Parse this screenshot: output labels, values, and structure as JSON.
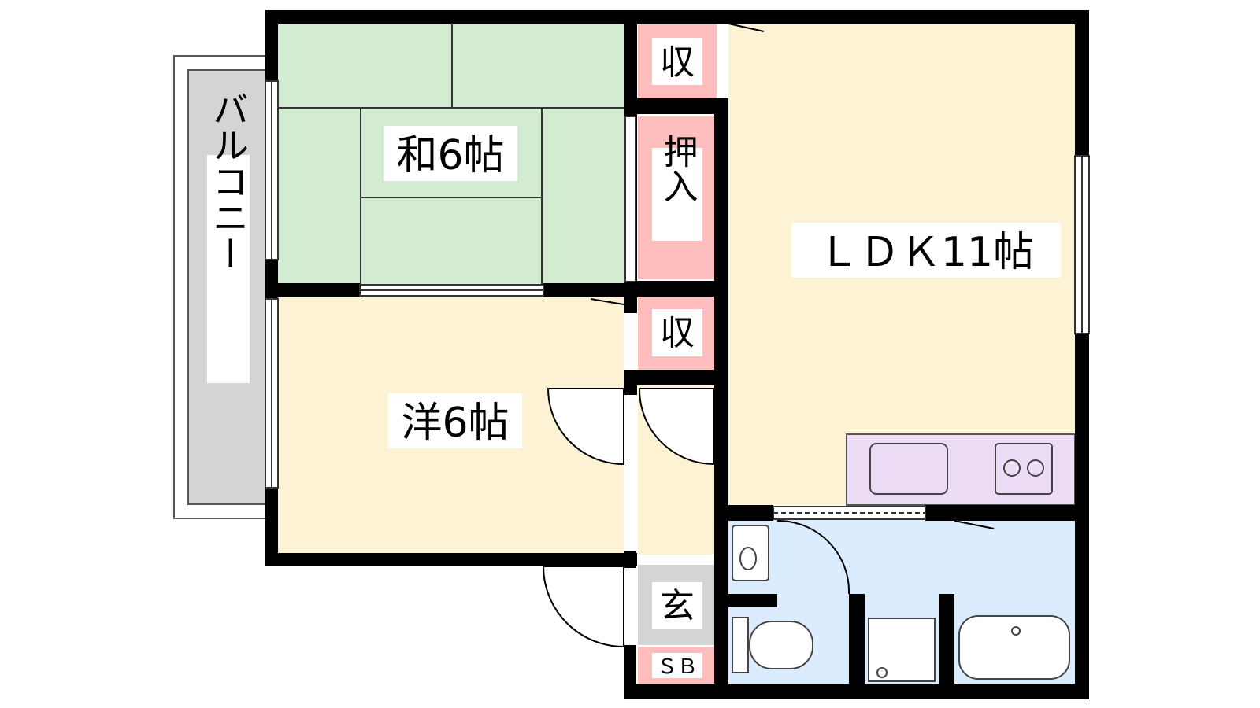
{
  "rooms": {
    "washitsu": {
      "label": "和6帖",
      "color": "#d3ecd1"
    },
    "yoshitsu": {
      "label": "洋6帖",
      "color": "#fdf2d3"
    },
    "ldk": {
      "label": "ＬＤＫ11帖",
      "color": "#fdf2d3"
    },
    "storage_top": {
      "label": "収",
      "color": "#ffbebe"
    },
    "oshiire": {
      "label": "押入",
      "color": "#ffbebe"
    },
    "storage_mid": {
      "label": "収",
      "color": "#ffbebe"
    },
    "entrance": {
      "label": "玄",
      "color": "#d4d4d4"
    },
    "shoe_box": {
      "label": "ＳＢ",
      "color": "#ffbebe"
    },
    "wet_area": {
      "color": "#dcecff"
    },
    "kitchen_counter": {
      "color": "#ecdcf5"
    }
  },
  "balcony": {
    "label": "バルコニー",
    "color": "#d4d4d4"
  },
  "colors": {
    "wall": "#000000",
    "outline": "#555555"
  }
}
